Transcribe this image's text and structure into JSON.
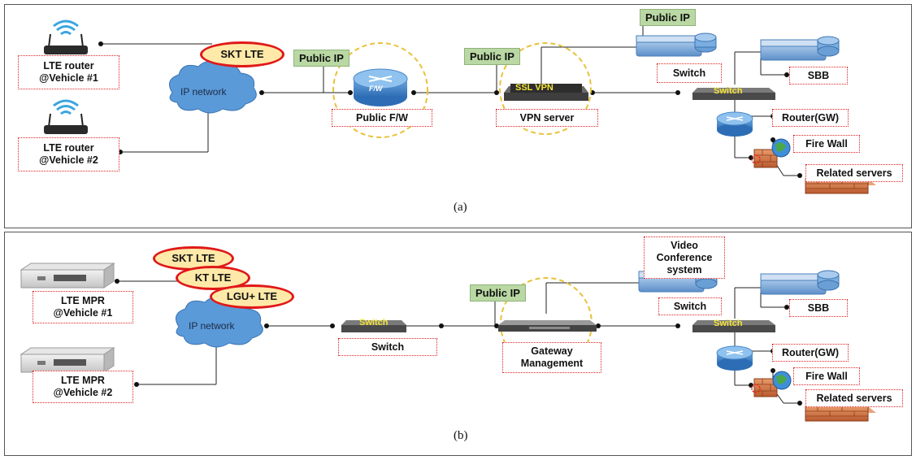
{
  "panel_a": {
    "caption": "(a)",
    "skt": "SKT LTE",
    "router1": [
      "LTE router",
      "@Vehicle #1"
    ],
    "router2": [
      "LTE router",
      "@Vehicle #2"
    ],
    "cloud": "IP network",
    "public_ip_1": "Public IP",
    "public_ip_2": "Public IP",
    "public_ip_3": "Public IP",
    "fw_icon_text": "F/W",
    "fw_label": "Public F/W",
    "ssl_text": "SSL VPN",
    "vpn_label": "VPN server",
    "switch_label": "Switch",
    "switch_icon_text": "Switch",
    "sbb": "SBB",
    "router_gw": "Router(GW)",
    "fire_wall": "Fire Wall",
    "related": "Related servers"
  },
  "panel_b": {
    "caption": "(b)",
    "skt": "SKT LTE",
    "kt": "KT LTE",
    "lgu": "LGU+ LTE",
    "mpr1": [
      "LTE MPR",
      "@Vehicle #1"
    ],
    "mpr2": [
      "LTE MPR",
      "@Vehicle #2"
    ],
    "cloud": "IP network",
    "switch_mid_icon": "Switch",
    "switch_mid_label": "Switch",
    "public_ip": "Public IP",
    "gateway": [
      "Gateway",
      "Management"
    ],
    "video": [
      "Video",
      "Conference",
      "system"
    ],
    "switch_label": "Switch",
    "switch_icon_text": "Switch",
    "sbb": "SBB",
    "router_gw": "Router(GW)",
    "fire_wall": "Fire Wall",
    "related": "Related servers"
  }
}
